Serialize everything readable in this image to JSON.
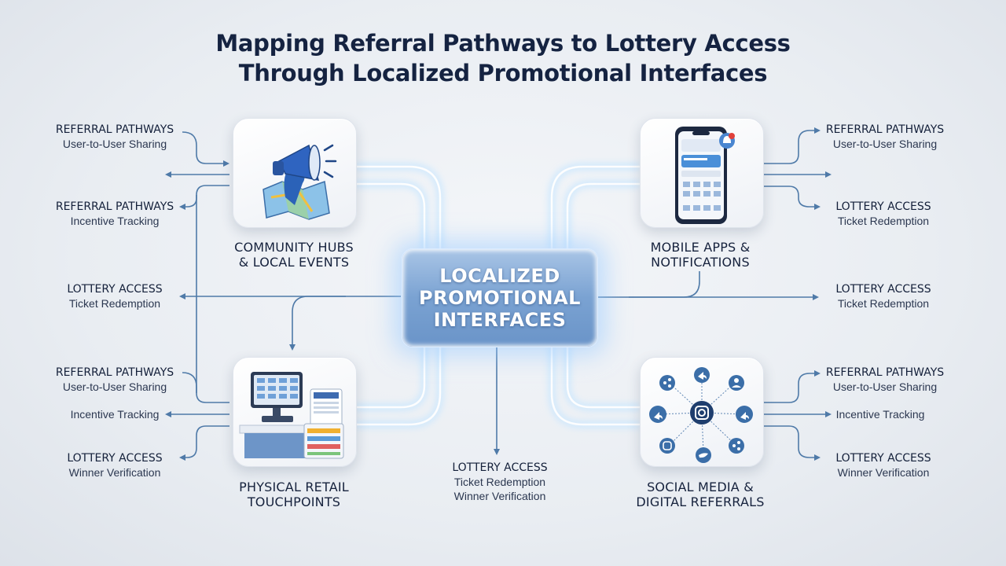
{
  "title": {
    "line1": "Mapping Referral Pathways to Lottery Access",
    "line2": "Through Localized Promotional Interfaces"
  },
  "center": {
    "line1": "LOCALIZED",
    "line2": "PROMOTIONAL",
    "line3": "INTERFACES"
  },
  "nodes": {
    "community": {
      "line1": "COMMUNITY HUBS",
      "line2": "& LOCAL EVENTS",
      "icon": "megaphone-map-icon"
    },
    "mobile": {
      "line1": "MOBILE APPS &",
      "line2": "NOTIFICATIONS",
      "icon": "smartphone-icon"
    },
    "retail": {
      "line1": "PHYSICAL RETAIL",
      "line2": "TOUCHPOINTS",
      "icon": "retail-terminal-icon"
    },
    "social": {
      "line1": "SOCIAL MEDIA &",
      "line2": "DIGITAL REFERRALS",
      "icon": "social-network-icon"
    }
  },
  "left_labels": [
    {
      "heading": "REFERRAL PATHWAYS",
      "sub": "User-to-User Sharing"
    },
    {
      "heading": "REFERRAL PATHWAYS",
      "sub": "Incentive Tracking"
    },
    {
      "heading": "LOTTERY ACCESS",
      "sub": "Ticket Redemption"
    },
    {
      "heading": "REFERRAL PATHWAYS",
      "sub": "User-to-User Sharing"
    },
    {
      "heading": "",
      "sub": "Incentive Tracking"
    },
    {
      "heading": "LOTTERY ACCESS",
      "sub": "Winner Verification"
    }
  ],
  "right_labels": [
    {
      "heading": "REFERRAL PATHWAYS",
      "sub": "User-to-User Sharing"
    },
    {
      "heading": "LOTTERY ACCESS",
      "sub": "Ticket Redemption"
    },
    {
      "heading": "LOTTERY ACCESS",
      "sub": "Ticket Redemption"
    },
    {
      "heading": "REFERRAL PATHWAYS",
      "sub": "User-to-User Sharing"
    },
    {
      "heading": "",
      "sub": "Incentive Tracking"
    },
    {
      "heading": "LOTTERY ACCESS",
      "sub": "Winner Verification"
    }
  ],
  "bottom_label": {
    "heading": "LOTTERY ACCESS",
    "sub1": "Ticket Redemption",
    "sub2": "Winner Verification"
  },
  "colors": {
    "arrow": "#4f7aa8",
    "glow": "#bfe2ff",
    "center": "#7aa2d2",
    "title": "#152341"
  }
}
